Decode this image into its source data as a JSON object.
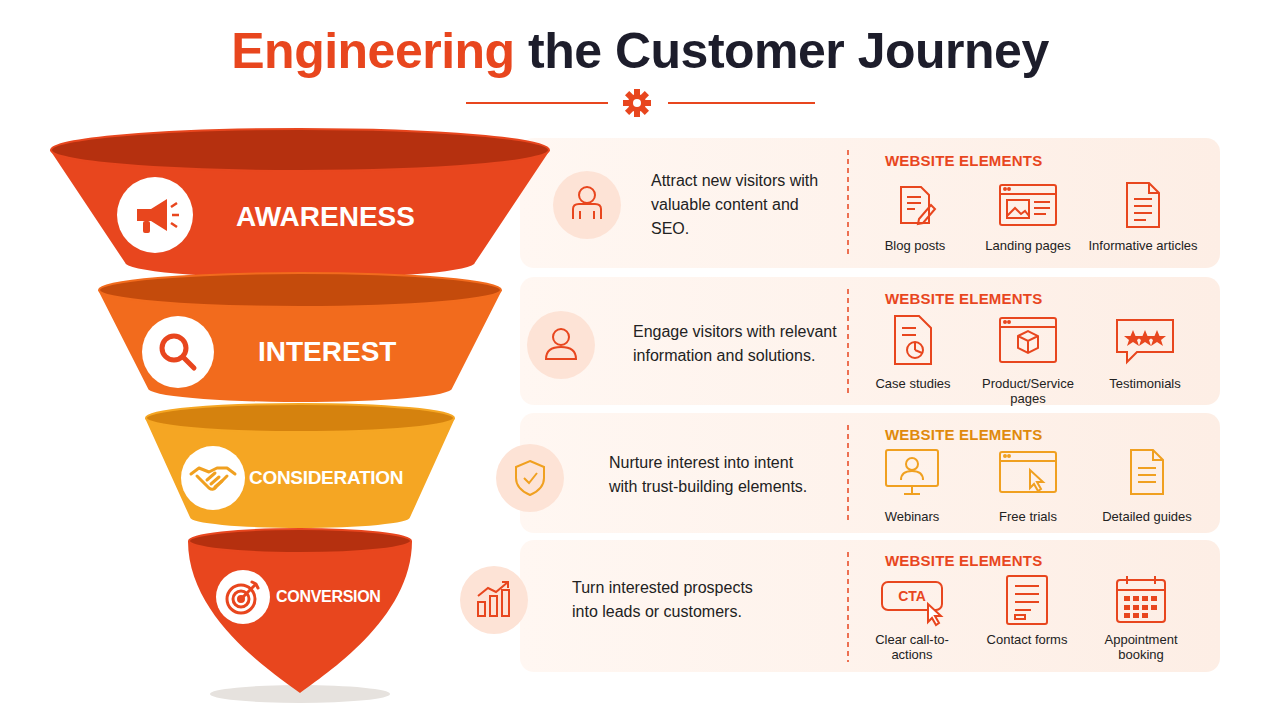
{
  "diagram": {
    "title": "Engineering the Customer Journey",
    "nodes": [
      {
        "text": [
          "AWARENESS"
        ]
      },
      {
        "text": [
          "Attract new visitors with valuable content and SEO.",
          "WEBSITE ELEMENTS",
          "Blog posts",
          "Landing pages",
          "Informative articles"
        ]
      },
      {
        "text": [
          "INTEREST"
        ]
      },
      {
        "text": [
          "Engage visitors with relevant information and solutions.",
          "WEBSITE ELEMENTS",
          "Case studies",
          "Product/Service pages",
          "Testimonials"
        ]
      },
      {
        "text": [
          "CONSIDERATION"
        ]
      },
      {
        "text": [
          "Nurture interest into intent with trust-building elements.",
          "WEBSITE ELEMENTS",
          "Webinars",
          "Free trials",
          "Detailed guides"
        ]
      },
      {
        "text": [
          "CONVERSION"
        ]
      },
      {
        "text": [
          "Turn interested prospects into leads or customers.",
          "WEBSITE ELEMENTS",
          "Clear call-to-actions",
          "Contact forms",
          "Appointment booking"
        ]
      }
    ],
    "labels": [
      "CTA"
    ]
  }
}
